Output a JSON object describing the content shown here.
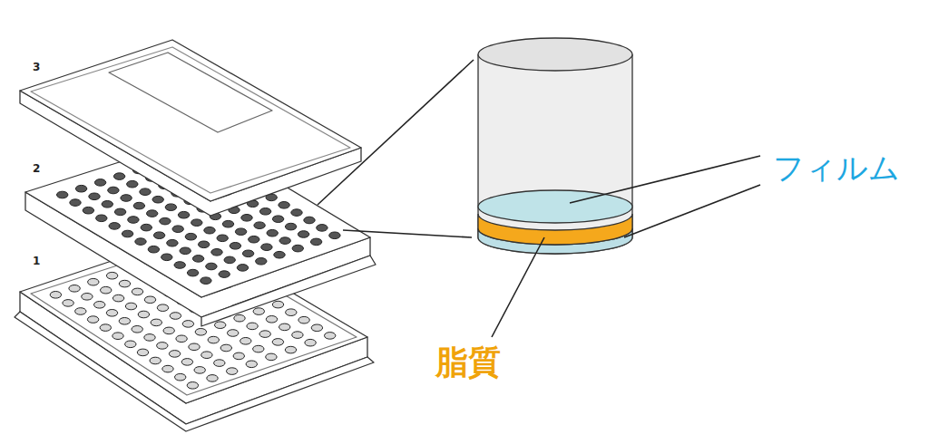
{
  "diagram": {
    "labels": [
      "3",
      "2",
      "1",
      "フィルム",
      "脂質"
    ]
  }
}
